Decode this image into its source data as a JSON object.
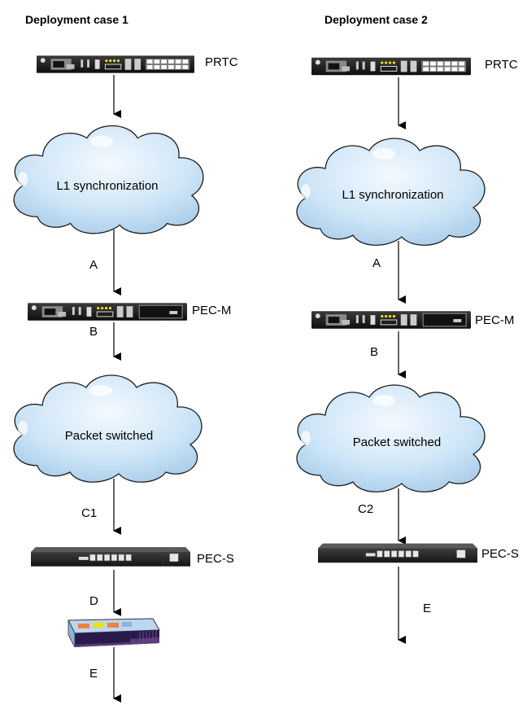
{
  "cases": [
    {
      "title": "Deployment case 1",
      "prtc": "PRTC",
      "cloud_top": "L1 synchronization",
      "iface_a": "A",
      "pecm": "PEC-M",
      "iface_b": "B",
      "cloud_bottom": "Packet switched",
      "iface_c": "C1",
      "pecs": "PEC-S",
      "iface_d": "D",
      "iface_e": "E"
    },
    {
      "title": "Deployment case 2",
      "prtc": "PRTC",
      "cloud_top": "L1 synchronization",
      "iface_a": "A",
      "pecm": "PEC-M",
      "iface_b": "B",
      "cloud_bottom": "Packet switched",
      "iface_c": "C2",
      "pecs": "PEC-S",
      "iface_e": "E"
    }
  ],
  "colors": {
    "cloud_fill": "#cfe6f7",
    "cloud_stroke": "#1f1f1f",
    "device_body": "#1a1a1a",
    "switch_top": "#bcd6f2",
    "switch_side": "#5a3a7a",
    "port_yellow": "#f2e000",
    "port_orange": "#f08040"
  }
}
